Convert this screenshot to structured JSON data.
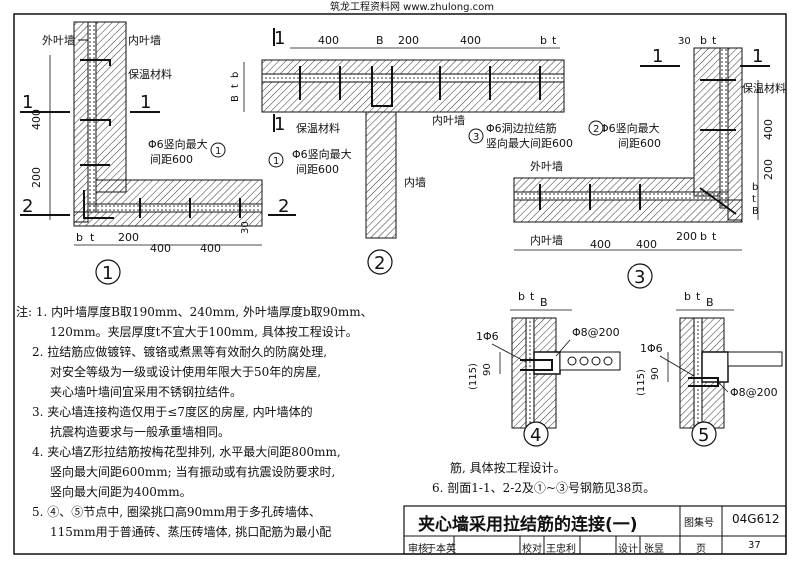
{
  "header_watermark": "筑龙工程资料网 www.zhulong.com",
  "labels": {
    "outer_leaf": "外叶墙",
    "inner_leaf": "内叶墙",
    "insulation": "保温材料",
    "inner_wall": "内墙",
    "dim_400": "400",
    "dim_200": "200",
    "dim_30": "30",
    "dim_B": "B",
    "dim_b": "b",
    "dim_t": "t",
    "sec_1": "1",
    "sec_2": "2",
    "tie_vert": "Φ6竖向最大",
    "tie_spacing": "间距600",
    "tie_hole": "Φ6洞边拉结筋",
    "tie_hole_spacing": "竖向最大间距600",
    "mark_1": "1",
    "mark_2": "2",
    "mark_3": "3",
    "mark_4": "4",
    "mark_5": "5",
    "rebar_1phi6": "1Φ6",
    "rebar_phi8": "Φ8@200",
    "dim_115": "(115)",
    "dim_90": "90"
  },
  "notes": [
    "注: 1. 内叶墙厚度B取190mm、240mm, 外叶墙厚度b取90mm、",
    "120mm。夹层厚度t不宜大于100mm, 具体按工程设计。",
    "2. 拉结筋应做镀锌、镀铬或煮黑等有效耐久的防腐处理,",
    "对安全等级为一级或设计使用年限大于50年的房屋,",
    "夹心墙叶墙间宜采用不锈钢拉结件。",
    "3. 夹心墙连接构造仅用于≤7度区的房屋, 内叶墙体的",
    "抗震构造要求与一般承重墙相同。",
    "4. 夹心墙Z形拉结筋按梅花型排列, 水平最大间距800mm,",
    "竖向最大间距600mm; 当有振动或有抗震设防要求时,",
    "竖向最大间距为400mm。",
    "5. ④、⑤节点中, 圈梁挑口高90mm用于多孔砖墙体、",
    "115mm用于普通砖、蒸压砖墙体, 挑口配筋为最小配",
    "筋, 具体按工程设计。",
    "6. 剖面1-1、2-2及①~③号钢筋见38页。"
  ],
  "title_block": {
    "title": "夹心墙采用拉结筋的连接(一)",
    "atlas_label": "图集号",
    "atlas_no": "04G612",
    "review_label": "审核",
    "reviewer": "于本英",
    "check_label": "校对",
    "checker": "王忠利",
    "design_label": "设计",
    "designer": "张昱",
    "page_label": "页",
    "page_no": "37"
  }
}
